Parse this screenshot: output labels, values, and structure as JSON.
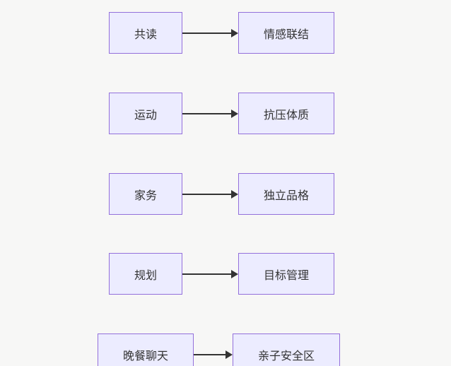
{
  "diagram": {
    "type": "flowchart",
    "direction": "left-to-right",
    "colors": {
      "background": "#f7f7f6",
      "node_fill": "#ececff",
      "node_border": "#9370db",
      "arrow": "#333333",
      "text": "#333333"
    },
    "rows": [
      {
        "source": "共读",
        "target": "情感联结"
      },
      {
        "source": "运动",
        "target": "抗压体质"
      },
      {
        "source": "家务",
        "target": "独立品格"
      },
      {
        "source": "规划",
        "target": "目标管理"
      },
      {
        "source": "晚餐聊天",
        "target": "亲子安全区"
      }
    ]
  }
}
